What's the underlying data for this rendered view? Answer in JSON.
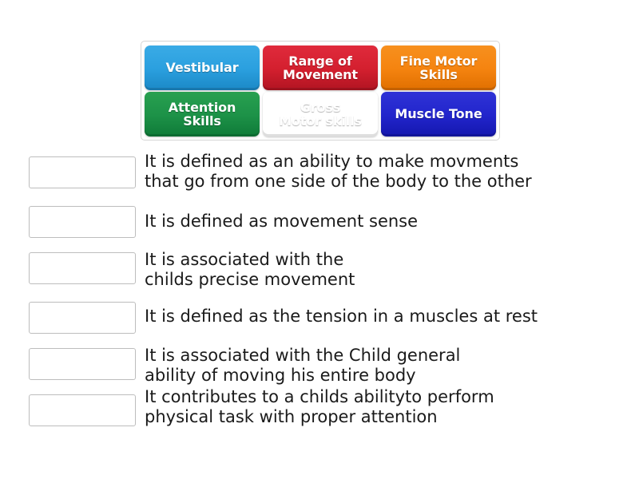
{
  "activity": {
    "type": "match-up-drag-and-drop"
  },
  "tile_panel": {
    "tiles": [
      {
        "label": "Vestibular",
        "color_name": "blue",
        "color": "#2ba0df"
      },
      {
        "label": "Range of\nMovement",
        "color_name": "red",
        "color": "#d4202f"
      },
      {
        "label": "Fine Motor\nSkills",
        "color_name": "orange",
        "color": "#f58410"
      },
      {
        "label": "Attention\nSkills",
        "color_name": "green",
        "color": "#1d9248"
      },
      {
        "label": "Gross\nMotor skills",
        "color_name": "magenta",
        "color": "#d557dc"
      },
      {
        "label": "Muscle Tone",
        "color_name": "indigo",
        "color": "#2225cc"
      }
    ]
  },
  "answer_rows": [
    {
      "text": "It is defined as an ability to make movments\nthat go from one side of the body to the other",
      "drop_value": ""
    },
    {
      "text": "It is defined as movement sense",
      "drop_value": ""
    },
    {
      "text": "It is associated with the\nchilds precise movement",
      "drop_value": ""
    },
    {
      "text": "It is defined as the tension in a muscles at rest",
      "drop_value": ""
    },
    {
      "text": "It is associated with the Child general\nability of moving his entire body",
      "drop_value": ""
    },
    {
      "text": "It contributes to a childs abilityto perform\nphysical task with proper attention",
      "drop_value": ""
    }
  ]
}
